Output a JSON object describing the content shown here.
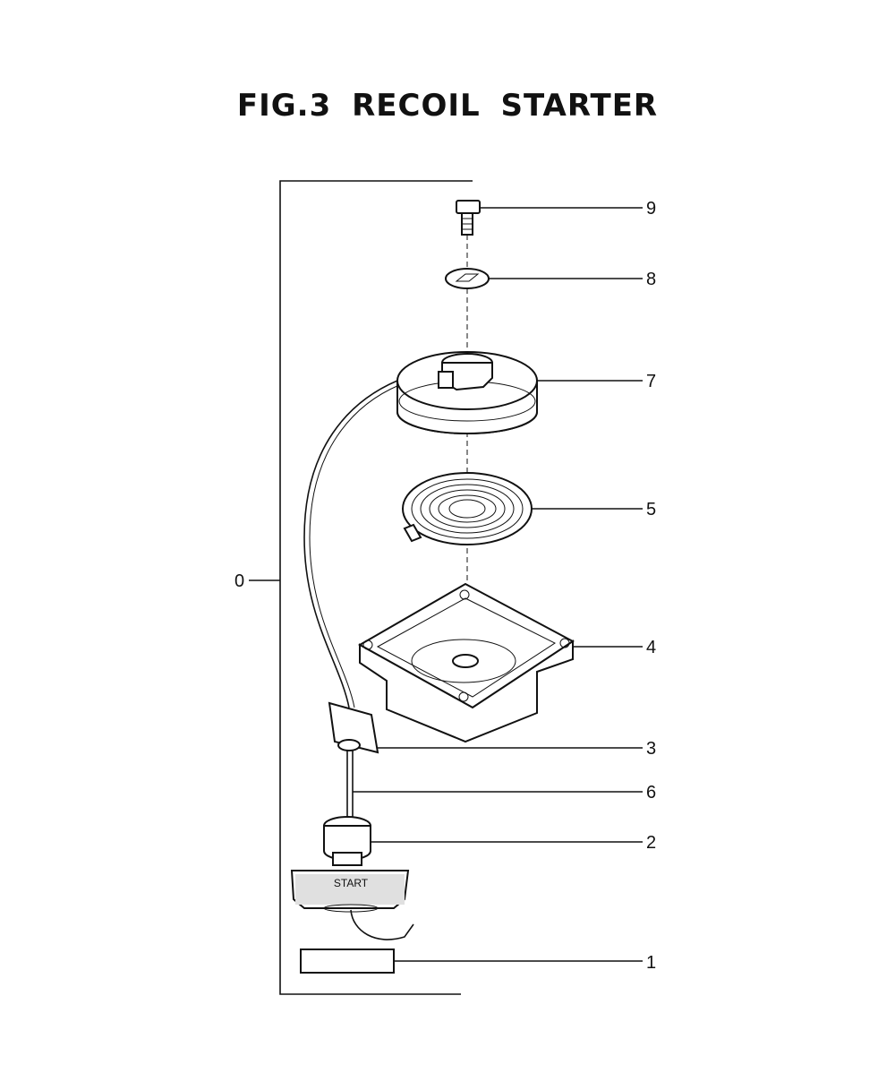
{
  "title": "FIG.3  RECOIL STARTER",
  "callouts": {
    "n0": "0",
    "n1": "1",
    "n2": "2",
    "n3": "3",
    "n4": "4",
    "n5": "5",
    "n6": "6",
    "n7": "7",
    "n8": "8",
    "n9": "9"
  },
  "handle_text": "START"
}
